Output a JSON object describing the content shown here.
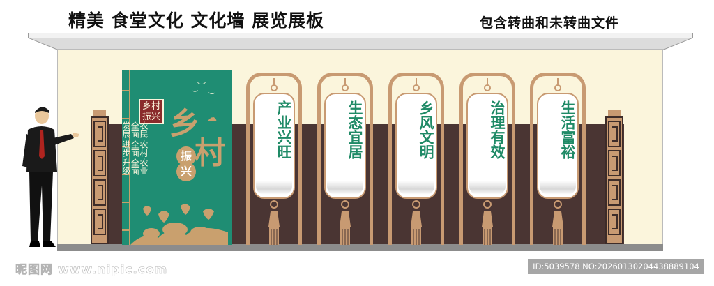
{
  "header": {
    "title": "精美 食堂文化 文化墙 展览展板",
    "subtitle": "包含转曲和未转曲文件"
  },
  "panel": {
    "seal_line1": "乡村",
    "seal_line2": "振兴",
    "poem_columns": [
      "农民全面发展",
      "农村全面进步",
      "农业全面升级"
    ],
    "big_char_1": "乡",
    "big_char_2": "村",
    "circle_char_1": "振",
    "circle_char_2": "兴",
    "colors": {
      "green": "#1f8d73",
      "gold": "#c9a06e",
      "seal": "#8a2b2b"
    }
  },
  "lanterns": [
    {
      "text": "产业兴旺"
    },
    {
      "text": "生态宜居"
    },
    {
      "text": "乡风文明"
    },
    {
      "text": "治理有效"
    },
    {
      "text": "生活富裕"
    }
  ],
  "colors": {
    "wall": "#fbf5dc",
    "dark_band": "#4a3533",
    "frame": "#c89a72",
    "lantern_text": "#1f8a66"
  },
  "watermark": {
    "site": "昵图网 www.nipic.com",
    "id_label": "ID:5039578 NO:20260130204438889104"
  }
}
